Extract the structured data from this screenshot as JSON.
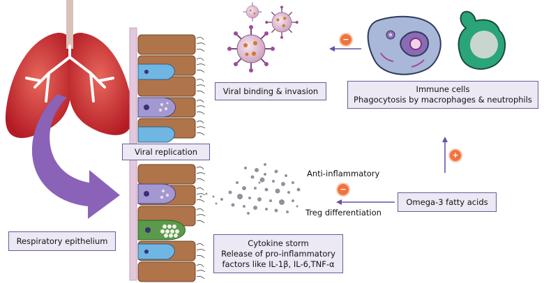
{
  "labels": {
    "viral_binding": "Viral binding & invasion",
    "immune_title": "Immune cells",
    "immune_sub": "Phagocytosis by macrophages & neutrophils",
    "viral_replication": "Viral replication",
    "anti_inflammatory": "Anti-inflammatory",
    "treg": "Treg differentiation",
    "omega3": "Omega-3 fatty acids",
    "respiratory": "Respiratory epithelium",
    "cytokine_l1": "Cytokine storm",
    "cytokine_l2": "Release of pro-inflammatory",
    "cytokine_l3": "factors like IL-1β, IL-6,TNF-α"
  },
  "badges": {
    "minus_top": "−",
    "minus_mid": "−",
    "plus": "+"
  },
  "colors": {
    "lung": "#c8232c",
    "lung_light": "#e8685c",
    "arrow_purple": "#8a63b8",
    "cell_brown": "#b0744a",
    "membrane": "#e3c8dc",
    "badge": "#f0733c",
    "box_fill": "#ece8f4",
    "box_border": "#6a5a9a",
    "macrophage": "#a9b8d8",
    "neutrophil": "#2aa57a"
  }
}
